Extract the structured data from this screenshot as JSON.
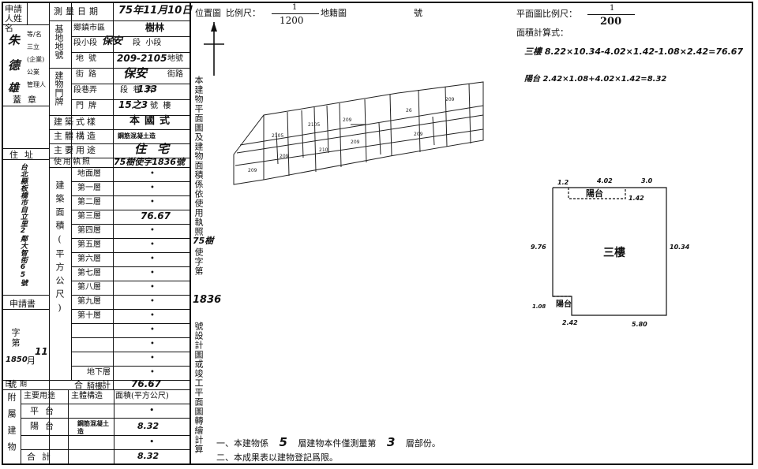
{
  "left": {
    "applicant_label": "申請人姓名",
    "applicant_names": [
      "朱",
      "德",
      "雄"
    ],
    "applicant_note": "等/名\n三立\n(企業)\n公業\n管理人",
    "seal_label": "蓋章",
    "address_label": "住址",
    "address_value": "台北縣板橋市自立里2鄰大智街65號",
    "application_label": "申請書",
    "number_label": "字第",
    "number_value": "1850",
    "number_suffix": "號",
    "date_label": "日期",
    "month_label": "月",
    "month_value": "11",
    "day_label": "日",
    "bottom_label": "號"
  },
  "form": {
    "survey_date_label": "測量日期",
    "survey_date_value": "75年11月10日",
    "base_label": "基地地號",
    "township_label": "鄉鎮市區",
    "township_value": "樹林",
    "section_label": "段小段",
    "section_value": "保安",
    "section_suffix": "段  小段",
    "lot_label": "地號",
    "lot_value": "209-2105",
    "lot_suffix": "地號",
    "doorplate_label": "建物門牌",
    "street_label": "街路",
    "street_value": "保安",
    "street_suffix": "街路",
    "lane_label": "段巷弄",
    "lane_value": "133",
    "lane_suffix": "段  巷  弄",
    "number_label": "門牌",
    "number_value": "15之3",
    "number_suffix": "號  樓",
    "style_label": "建築式樣",
    "style_value": "本國式",
    "structure_label": "主體構造",
    "structure_value": "鋼筋混凝土造",
    "use_label": "主要用途",
    "use_value": "住宅",
    "permit_label": "使用執照",
    "permit_value": "75樹使字1836號",
    "area_label": "建築面積(平方公尺)",
    "floors": [
      "地面層",
      "第一層",
      "第二層",
      "第三層",
      "第四層",
      "第五層",
      "第六層",
      "第七層",
      "第八層",
      "第九層",
      "第十層",
      "",
      "",
      "",
      "地下層",
      "騎樓"
    ],
    "floor_values": [
      "•",
      "•",
      "•",
      "76.67",
      "•",
      "•",
      "•",
      "•",
      "•",
      "•",
      "•",
      "•",
      "•",
      "•",
      "•",
      "•"
    ],
    "total_label": "合計",
    "total_value": "76.67",
    "annex_label": "附屬建物",
    "annex_use_label": "主要用途",
    "annex_struct_label": "主體構造",
    "annex_area_label": "面積(平方公尺)",
    "annex_rows": [
      {
        "use": "平台",
        "struct": "",
        "area": "•"
      },
      {
        "use": "陽台",
        "struct": "鋼筋混凝土造",
        "area": "8.32"
      },
      {
        "use": "",
        "struct": "",
        "area": "•"
      }
    ],
    "annex_total_label": "合計",
    "annex_total_value": "8.32"
  },
  "center": {
    "location_label": "位置圖",
    "scale_label": "比例尺：",
    "scale_num": "1",
    "scale_den": "1200",
    "cadastral_label": "地籍圖",
    "number_label": "號",
    "vertical_text_1": "本建物平面圖及建物面積係依使用執照",
    "vertical_value_1": "75樹",
    "vertical_text_2": "使字第",
    "vertical_value_2": "1836",
    "vertical_text_3": "號設計圖或竣工平面圖轉繪計算",
    "note_1_pre": "一、本建物係",
    "note_1_val1": "5",
    "note_1_mid": "層建物本件僅測量第",
    "note_1_val2": "3",
    "note_1_post": "層部份。",
    "note_2": "二、本成果表以建物登記爲限。"
  },
  "right": {
    "plan_scale_label": "平面圖比例尺：",
    "plan_scale_num": "1",
    "plan_scale_den": "200",
    "area_calc_label": "面積計算式：",
    "calc_1": "三樓 8.22×10.34-4.02×1.42-1.08×2.42=76.67",
    "calc_2": "陽台 2.42×1.08+4.02×1.42=8.32",
    "dims": {
      "top_a": "1.2",
      "top_b": "4.02",
      "top_c": "3.0",
      "right_small": "1.42",
      "left": "9.76",
      "right": "10.34",
      "bottom_left": "1.08",
      "bottom_a": "2.42",
      "bottom_b": "5.80"
    },
    "balcony_top": "陽台",
    "balcony_bottom": "陽台",
    "floor_label": "三樓"
  }
}
